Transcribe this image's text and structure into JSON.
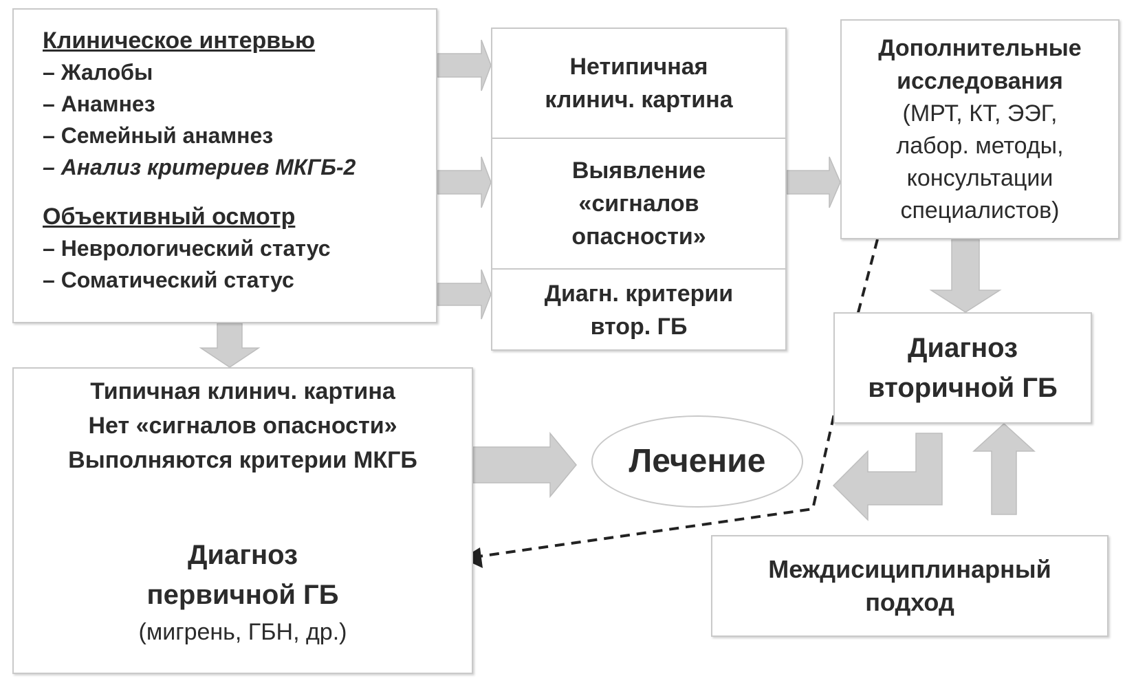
{
  "interview": {
    "clinical_title": "Клиническое интервью",
    "items": [
      "– Жалобы",
      "– Анамнез",
      "– Семейный анамнез",
      "– Анализ критериев МКГБ-2"
    ],
    "exam_title": "Объективный осмотр",
    "exam_items": [
      "– Неврологический статус",
      "– Соматический статус"
    ]
  },
  "middle": {
    "atypical": [
      "Нетипичная",
      "клинич. картина"
    ],
    "flags": [
      "Выявление",
      "«сигналов",
      "опасности»"
    ],
    "criteria": [
      "Диагн. критерии",
      "втор. ГБ"
    ]
  },
  "extra": {
    "title": [
      "Дополнительные",
      "исследования"
    ],
    "details": [
      "(МРТ, КТ, ЭЭГ,",
      "лабор. методы,",
      "консультации",
      "специалистов)"
    ]
  },
  "secondary": [
    "Диагноз",
    "вторичной ГБ"
  ],
  "typical": {
    "lines": [
      "Типичная клинич. картина",
      "Нет «сигналов опасности»",
      "Выполняются критерии МКГБ"
    ],
    "diagnosis": [
      "Диагноз",
      "первичной ГБ"
    ],
    "examples": "(мигрень, ГБН, др.)"
  },
  "treatment": "Лечение",
  "interdisciplinary": [
    "Междисициплинарный",
    "подход"
  ],
  "colors": {
    "arrow_fill": "#cfcfcf",
    "border": "#c9c9c9",
    "dashed": "#222222"
  }
}
